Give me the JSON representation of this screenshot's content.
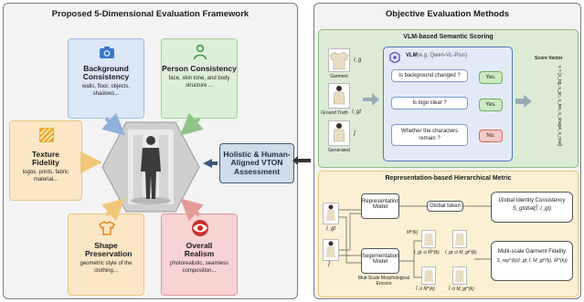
{
  "left": {
    "title": "Proposed 5-Dimensional Evaluation Framework",
    "background": {
      "title": "Background Consistency",
      "desc": "walls, floor, objects, shadows..."
    },
    "person": {
      "title": "Person Consistency",
      "desc": "face, skin tone, and body structure ..."
    },
    "texture": {
      "title": "Texture Fidelity",
      "desc": "logos, prints, fabric material..."
    },
    "shape": {
      "title": "Shape Preservation",
      "desc": "geometric style of the clothing..."
    },
    "realism": {
      "title": "Overall Realism",
      "desc": "photorealistic, seamless composition..."
    },
    "holistic": "Holistic & Human-Aligned VTON Assessment"
  },
  "right": {
    "title": "Objective Evaluation Methods",
    "vlm": {
      "title": "VLM-based Semantic Scoring",
      "img_garment": "Garment",
      "img_g": "I_g",
      "img_gt": "Ground Truth",
      "img_gt_sym": "I_gt",
      "img_gen": "Generated",
      "img_gen_sym": "Î",
      "vlm_label": "VLM",
      "vlm_model": "(e.g. Qwen-VL-Plus)",
      "q1": "Is background changed ?",
      "q2": "Is logo clear ?",
      "q3": "Whether the characters remain ?",
      "a1": "Yes.",
      "a2": "Yes.",
      "a3": "No.",
      "score_title": "Score Vector",
      "score_formula": "s = [s_bg, s_pc, s_tex, s_shape, s_real]"
    },
    "rep": {
      "title": "Representation-based Hierarchical Metric",
      "rep_model": "Representation Model",
      "global_token": "Global token",
      "global_title": "Global Identity Consistency",
      "global_formula": "S_global(Î, I_gt)",
      "seg_model": "Segementation Model",
      "erosion": "Muti-Scale Morphological Erosion",
      "m_k": "M^(k)",
      "igt_lbl": "I_gt",
      "ihat_lbl": "Î",
      "igt_m_hat": "I_gt ⊙ M̂^(k)",
      "igt_m": "I_gt ⊙ M_gt^(k)",
      "ihat_m_hat": "Î ⊙ M̂^(k)",
      "ihat_m": "Î ⊙ M_gt^(k)",
      "multi_title": "Multi-scale Garment Fidelity",
      "multi_formula": "S_rep^(k)(I_gt, Î, M_gt^(k), M̂^(k))"
    }
  },
  "colors": {
    "blue": "#dbe7f7",
    "green": "#dcefd8",
    "orange": "#fbe7c6",
    "pink": "#f7d3d2",
    "navy": "#3f5a78",
    "vlm_panel": "#dcebd6",
    "rep_panel": "#fbf0d4"
  }
}
